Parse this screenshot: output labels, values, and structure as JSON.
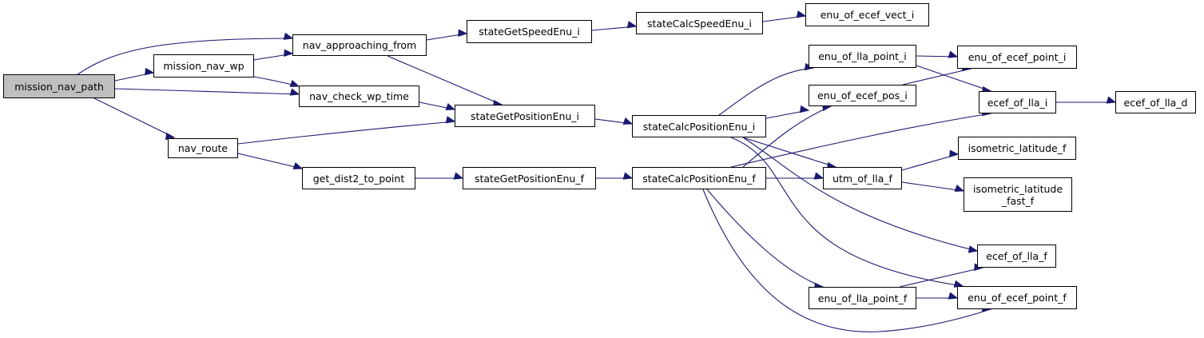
{
  "colors": {
    "edge": "#191970",
    "root_fill": "#bfbfbf",
    "node_fill": "#ffffff",
    "border": "#000000"
  },
  "nodes": {
    "mission_nav_path": "mission_nav_path",
    "mission_nav_wp": "mission_nav_wp",
    "nav_route": "nav_route",
    "nav_approaching_from": "nav_approaching_from",
    "nav_check_wp_time": "nav_check_wp_time",
    "get_dist2_to_point": "get_dist2_to_point",
    "stateGetSpeedEnu_i": "stateGetSpeedEnu_i",
    "stateCalcSpeedEnu_i": "stateCalcSpeedEnu_i",
    "enu_of_ecef_vect_i": "enu_of_ecef_vect_i",
    "stateGetPositionEnu_i": "stateGetPositionEnu_i",
    "stateCalcPositionEnu_i": "stateCalcPositionEnu_i",
    "stateGetPositionEnu_f": "stateGetPositionEnu_f",
    "stateCalcPositionEnu_f": "stateCalcPositionEnu_f",
    "enu_of_lla_point_i": "enu_of_lla_point_i",
    "enu_of_ecef_pos_i": "enu_of_ecef_pos_i",
    "enu_of_ecef_point_i": "enu_of_ecef_point_i",
    "ecef_of_lla_i": "ecef_of_lla_i",
    "ecef_of_lla_d": "ecef_of_lla_d",
    "utm_of_lla_f": "utm_of_lla_f",
    "isometric_latitude_f": "isometric_latitude_f",
    "isometric_latitude_fast_f": "isometric_latitude\n_fast_f",
    "ecef_of_lla_f": "ecef_of_lla_f",
    "enu_of_lla_point_f": "enu_of_lla_point_f",
    "enu_of_ecef_point_f": "enu_of_ecef_point_f"
  }
}
